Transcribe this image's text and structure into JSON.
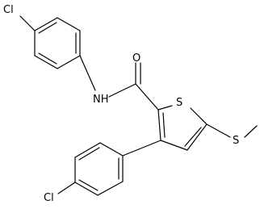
{
  "molecule": {
    "atoms": {
      "cl_top": "Cl",
      "cl_bottom": "Cl",
      "oxygen": "O",
      "amide_nh": "NH",
      "thiophene_s": "S",
      "thioether_s": "S"
    }
  }
}
